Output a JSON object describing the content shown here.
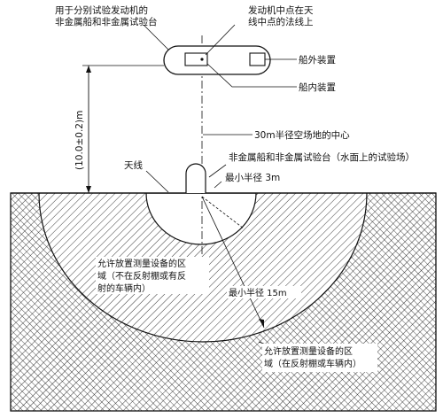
{
  "labels": {
    "top_left_line1": "用于分别试验发动机的",
    "top_left_line2": "非金属船和非金属试验台",
    "top_right_line1": "发动机中点在天",
    "top_right_line2": "线中点的法线上",
    "outer_device": "船外装置",
    "inner_device": "船内装置",
    "dimension": "(10.0±0.2)m",
    "center_30m": "30m半径空场地的中心",
    "antenna": "天线",
    "platform": "非金属船和非金属试验台（水面上的试验场）",
    "min_radius_3m": "最小半径 3m",
    "min_radius_15m": "最小半径 15m",
    "zone_inner_line1": "允许放置测量设备的区",
    "zone_inner_line2": "域（不在反射棚或有反",
    "zone_inner_line3": "射的车辆内）",
    "zone_outer_line1": "允许放置测量设备的区",
    "zone_outer_line2": "域（在反射棚或车辆内）"
  }
}
